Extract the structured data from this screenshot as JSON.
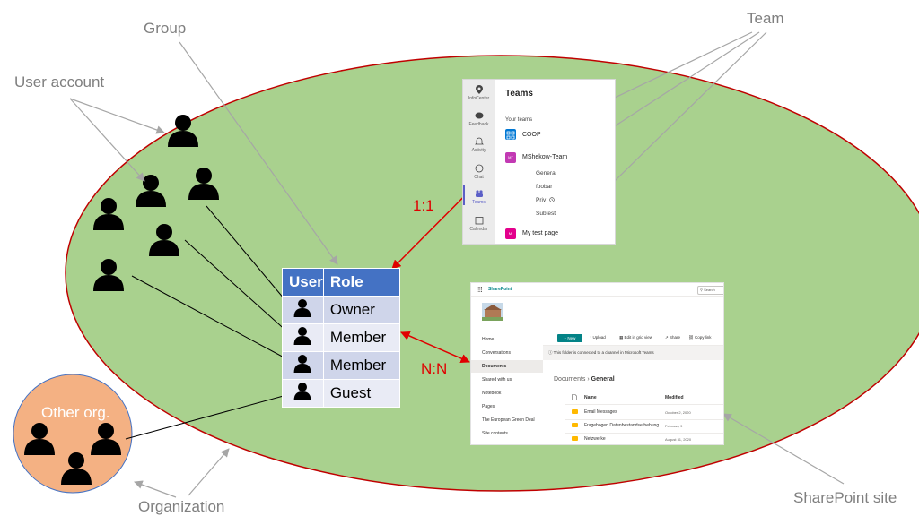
{
  "labels": {
    "organization_title": "Your Organization",
    "group": "Group",
    "team": "Team",
    "user_account": "User account",
    "other_org": "Other org.",
    "organization": "Organization",
    "sharepoint_site": "SharePoint site",
    "rel_team": "1:1",
    "rel_sharepoint": "N:N"
  },
  "role_table": {
    "headers": [
      "User",
      "Role"
    ],
    "rows": [
      "Owner",
      "Member",
      "Member",
      "Guest"
    ]
  },
  "teams_panel": {
    "rail": [
      "InfoCenter",
      "Feedback",
      "Activity",
      "Chat",
      "Teams",
      "Calendar"
    ],
    "title": "Teams",
    "section": "Your teams",
    "teams": [
      {
        "name": "COOP",
        "color": "#0078d4"
      },
      {
        "name": "MShekow-Team",
        "initials": "MT",
        "color": "#c239b3"
      },
      {
        "name": "My test page",
        "initials": "MI",
        "color": "#e3008c"
      }
    ],
    "channels": [
      "General",
      "foobar",
      "Priv",
      "Subtest"
    ]
  },
  "sharepoint_panel": {
    "brand": "SharePoint",
    "search_placeholder": "Search",
    "nav": [
      "Home",
      "Conversations",
      "Documents",
      "Shared with us",
      "Notebook",
      "Pages",
      "The European Green Deal",
      "Site contents"
    ],
    "commands": {
      "new": "+ New",
      "upload": "Upload",
      "edit": "Edit in grid view",
      "share": "Share",
      "copy": "Copy link"
    },
    "info_bar": "This folder is connected to a channel in Microsoft Teams",
    "breadcrumb_root": "Documents",
    "breadcrumb_current": "General",
    "columns": {
      "name": "Name",
      "modified": "Modified"
    },
    "files": [
      {
        "name": "Email Messages",
        "modified": "October 2, 2020"
      },
      {
        "name": "Fragebogen Datenbestandserhebung",
        "modified": "February 9"
      },
      {
        "name": "Netzwerke",
        "modified": "August 31, 2020"
      }
    ]
  },
  "colors": {
    "org_fill": "#a9d18e",
    "org_border": "#c00000",
    "other_org_fill": "#f4b183",
    "table_header": "#4472c4",
    "relation": "#e00000",
    "label_gray": "#7f7f7f"
  }
}
